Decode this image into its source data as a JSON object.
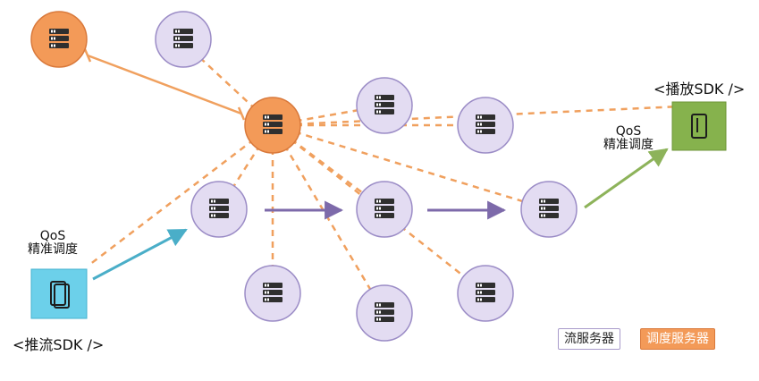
{
  "sdk": {
    "player": "<播放SDK />",
    "pusher": "<推流SDK />"
  },
  "qos_labels": {
    "right": {
      "line1": "QoS",
      "line2": "精准调度"
    },
    "left": {
      "line1": "QoS",
      "line2": "精准调度"
    }
  },
  "legend": {
    "stream_server": "流服务器",
    "schedule_server": "调度服务器"
  },
  "icons": {
    "server": "server-icon",
    "phone": "smartphone-icon"
  },
  "colors": {
    "stream_node_fill": "#e3dcf2",
    "stream_node_stroke": "#9b8cc6",
    "schedule_node_fill": "#f39a58",
    "schedule_node_stroke": "#d9793b",
    "dashed_link": "#f0a05e",
    "data_flow_arrow": "#7d6aaa",
    "push_arrow": "#4aaec8",
    "play_arrow": "#8db35a",
    "pusher_device": "#6cd0ea",
    "player_device": "#86b24d"
  }
}
